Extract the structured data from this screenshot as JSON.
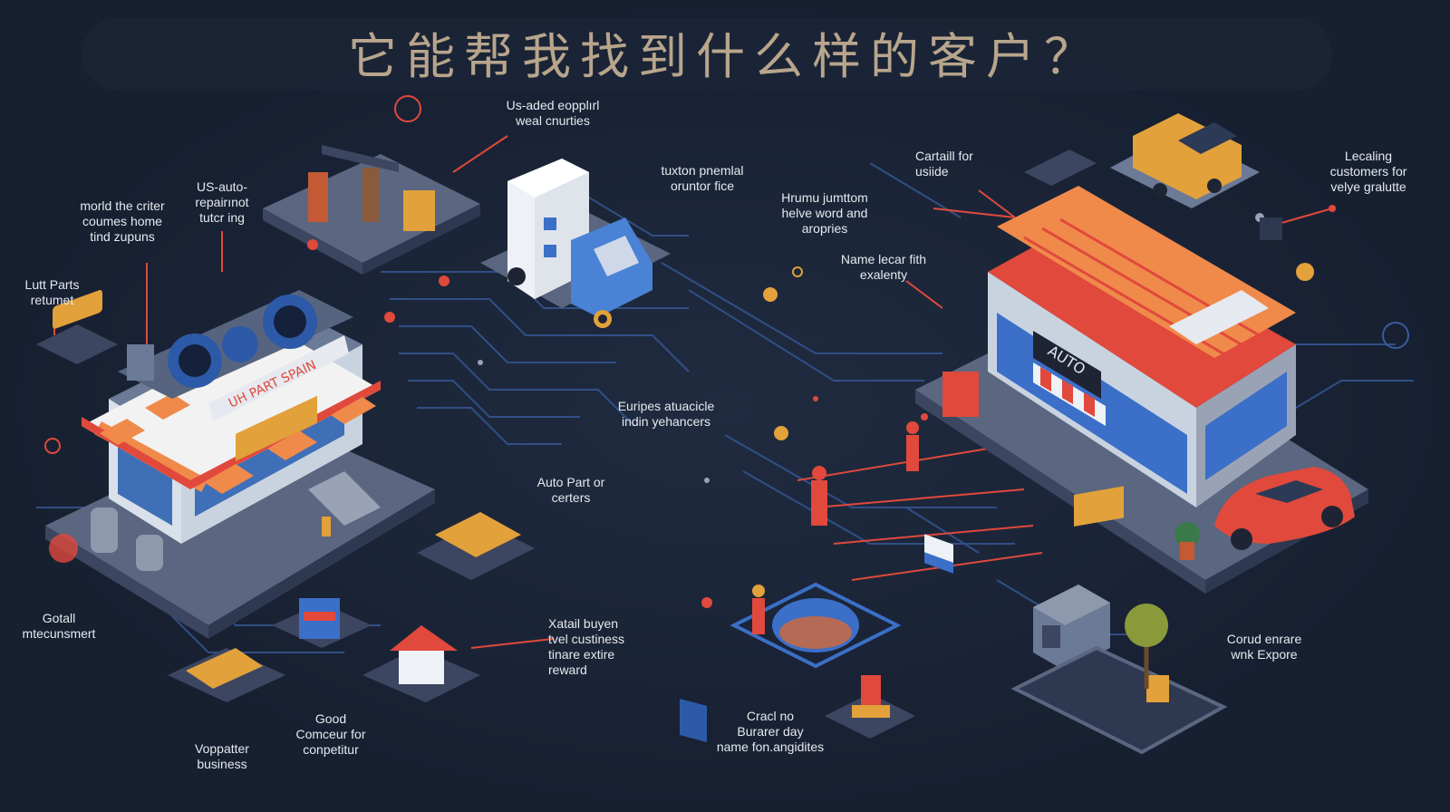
{
  "title": "它能帮我找到什么样的客户？",
  "colors": {
    "background": "#172031",
    "accent_red": "#e0493c",
    "accent_orange": "#f08a4b",
    "line_blue": "#3b5a9e",
    "title": "#b8a58c"
  },
  "labels": {
    "l1": "Us-aded eopplırl\nweal cnurties",
    "l2": "US-auto-\nrepairınot\ntutcr ing",
    "l3": "morld the criter\ncoumes home\ntind zupuns",
    "l4": "Lutt Parts\nretumet",
    "l5": "tuxton pnemlal\noruntor fice",
    "l6": "Hrumu jumttom\nhelve word and\naropries",
    "l7": "Name lecar fith\nexalenty",
    "l8": "Cartaill for\nusiide",
    "l9": "Lecaling\ncustomers for\nvelye gralutte",
    "l10": "Euripes atuacicle\nindin yehancers",
    "l11": "Auto Part or\ncerters",
    "l12": "Gotall\nmtecunsmert",
    "l13": "Xatail buyen\ntvel custiness\ntinare extire\nreward",
    "l14": "Good\nComceur for\nconpetitur",
    "l15": "Voppatter\nbusiness",
    "l16": "Cracl no\nBurarer day\nname fon.angidites",
    "l17": "Corud enrare\nwnk Expore"
  },
  "signs": {
    "left_shop": "UH PART SPAIN",
    "right_shop": "AUTO"
  }
}
